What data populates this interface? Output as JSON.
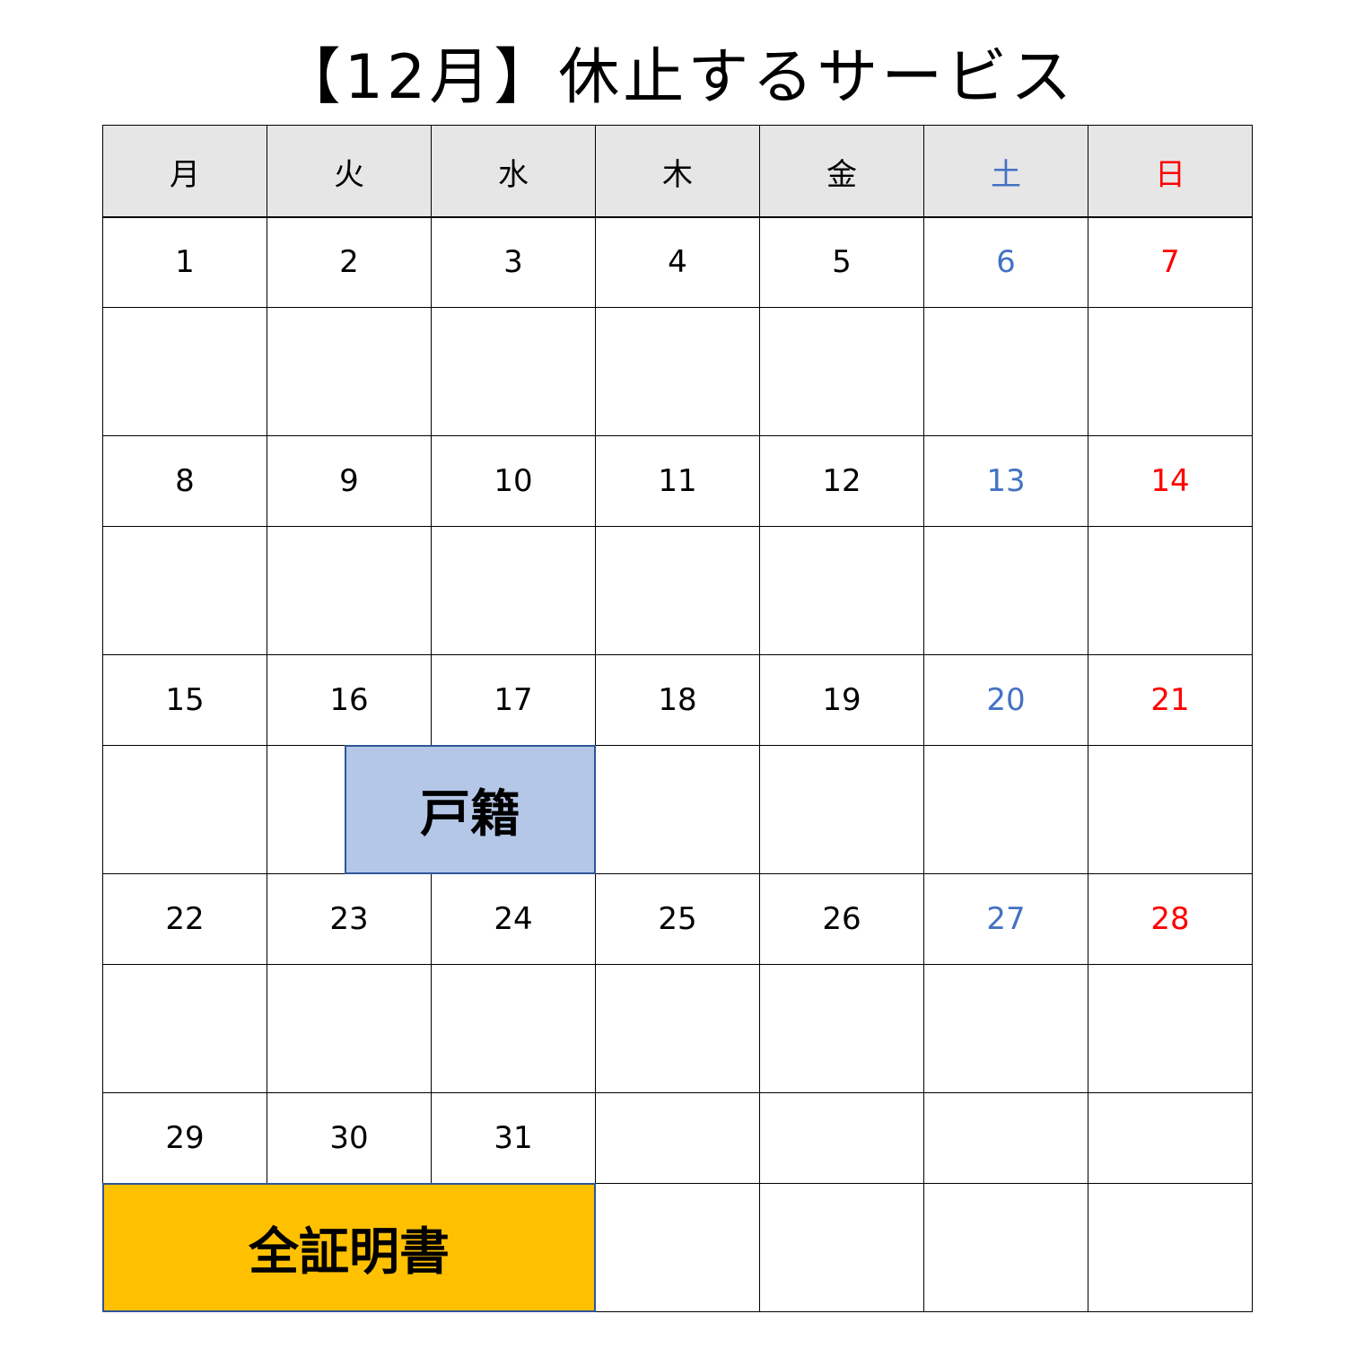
{
  "title": "【12月】休止するサービス",
  "weekdays": [
    "月",
    "火",
    "水",
    "木",
    "金",
    "土",
    "日"
  ],
  "weeks": [
    [
      "1",
      "2",
      "3",
      "4",
      "5",
      "6",
      "7"
    ],
    [
      "8",
      "9",
      "10",
      "11",
      "12",
      "13",
      "14"
    ],
    [
      "15",
      "16",
      "17",
      "18",
      "19",
      "20",
      "21"
    ],
    [
      "22",
      "23",
      "24",
      "25",
      "26",
      "27",
      "28"
    ],
    [
      "29",
      "30",
      "31",
      "",
      "",
      "",
      ""
    ]
  ],
  "events": [
    {
      "label": "戸籍",
      "week": 2,
      "color": "#b4c7e7"
    },
    {
      "label": "全証明書",
      "week": 4,
      "color": "#ffc000"
    }
  ],
  "colors": {
    "saturday": "#4472c4",
    "sunday": "#ff0000",
    "header_bg": "#e7e6e6"
  }
}
